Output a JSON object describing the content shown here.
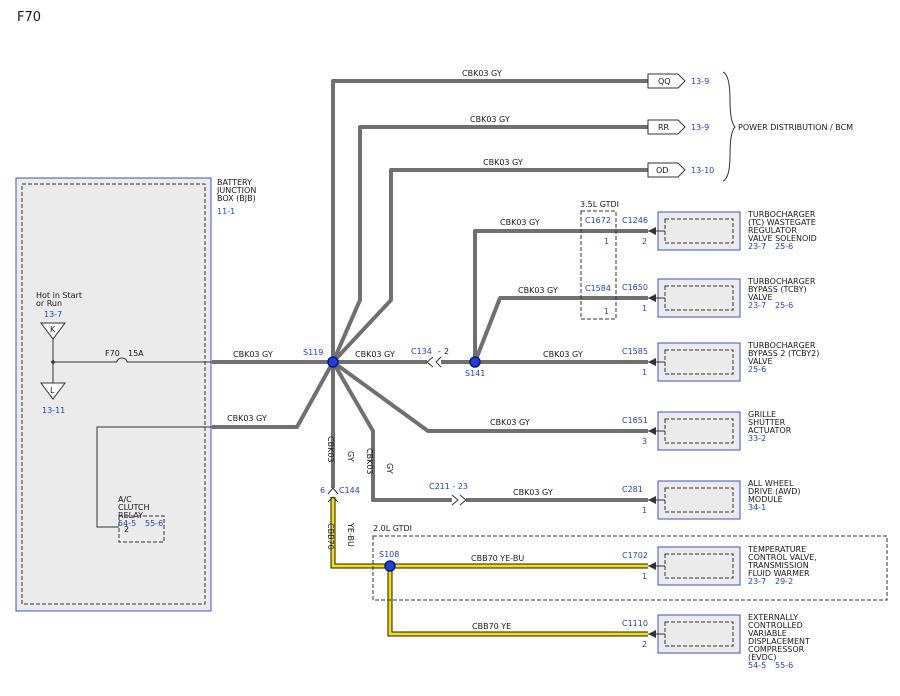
{
  "page_title": "F70",
  "bjb": {
    "name": "BATTERY\nJUNCTION\nBOX (BJB)",
    "ref": "11-1"
  },
  "hot_in_start": {
    "label": "Hot in Start\nor Run",
    "ref_k": "13-7",
    "pin_k": "K",
    "ref_l": "13-11",
    "pin_l": "L"
  },
  "fuse": {
    "name": "F70",
    "rating": "15A"
  },
  "ac_relay": {
    "name": "A/C\nCLUTCH\nRELAY",
    "ref1": "54-5",
    "ref2": "55-6",
    "pin": "2"
  },
  "splices": {
    "s119": "S119",
    "s141": "S141",
    "s108": "S108"
  },
  "wire_gy": {
    "circuit": "CBK03",
    "color": "GY"
  },
  "wire_yebu": {
    "circuit": "CBB70",
    "color": "YE-BU"
  },
  "wire_ye": {
    "circuit": "CBB70",
    "color": "YE"
  },
  "outputs": [
    {
      "pin": "QQ",
      "ref": "13-9"
    },
    {
      "pin": "RR",
      "ref": "13-9"
    },
    {
      "pin": "OD",
      "ref": "13-10"
    }
  ],
  "power_dist": "POWER DISTRIBUTION / BCM",
  "gtdi35": {
    "label": "3.5L GTDI",
    "c1": "C1672",
    "c1pin": "1",
    "c2": "C1584",
    "c2pin": "1"
  },
  "gtdi20": {
    "label": "2.0L GTDI"
  },
  "connector_c134": "C134",
  "connector_c134_pin": "2",
  "connector_c144": "C144",
  "connector_c144_pin": "6",
  "connector_c211": "C211 - 23",
  "components": [
    {
      "id": "tc",
      "connector": "C1246",
      "pin": "2",
      "name": "TURBOCHARGER\n(TC) WASTEGATE\nREGULATOR\nVALVE SOLENOID",
      "refs": [
        "23-7",
        "25-6"
      ]
    },
    {
      "id": "tcby",
      "connector": "C1650",
      "pin": "1",
      "name": "TURBOCHARGER\nBYPASS (TCBY)\nVALVE",
      "refs": [
        "23-7",
        "25-6"
      ]
    },
    {
      "id": "tcby2",
      "connector": "C1585",
      "pin": "1",
      "name": "TURBOCHARGER\nBYPASS 2 (TCBY2)\nVALVE",
      "refs": [
        "25-6"
      ]
    },
    {
      "id": "grille",
      "connector": "C1651",
      "pin": "3",
      "name": "GRILLE\nSHUTTER\nACTUATOR",
      "refs": [
        "33-2"
      ]
    },
    {
      "id": "awd",
      "connector": "C281",
      "pin": "1",
      "name": "ALL WHEEL\nDRIVE (AWD)\nMODULE",
      "refs": [
        "34-1"
      ]
    },
    {
      "id": "tcv",
      "connector": "C1702",
      "pin": "1",
      "name": "TEMPERATURE\nCONTROL VALVE,\nTRANSMISSION\nFLUID WARMER",
      "refs": [
        "23-7",
        "29-2"
      ]
    },
    {
      "id": "evdc",
      "connector": "C1110",
      "pin": "2",
      "name": "EXTERNALLY\nCONTROLLED\nVARIABLE\nDISPLACEMENT\nCOMPRESSOR\n(EVDC)",
      "refs": [
        "54-5",
        "55-6"
      ]
    }
  ],
  "colors": {
    "wire_gray": "#707070",
    "wire_yellow": "#f5e000",
    "ref_blue": "#1f3fd6",
    "box_fill": "#ebebeb"
  }
}
